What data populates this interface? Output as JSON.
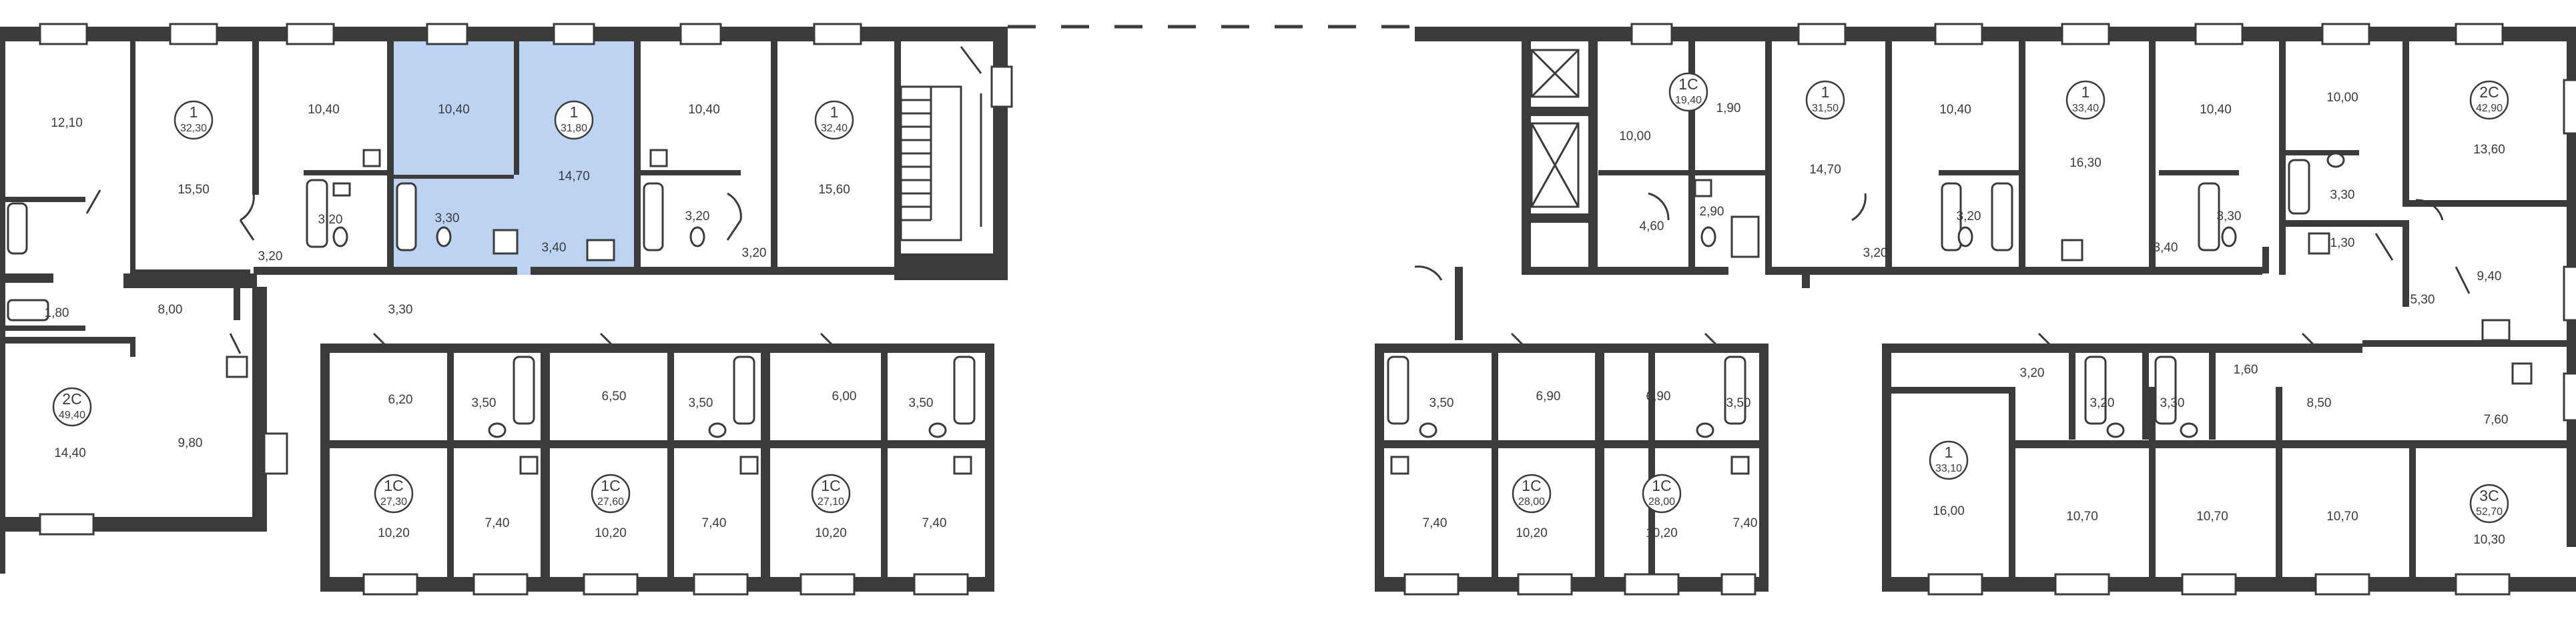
{
  "selected_apartment": {
    "type": "1",
    "total": "31,80"
  },
  "apartments": [
    {
      "id": "apt-left-1",
      "type": "1",
      "total": "32,30"
    },
    {
      "id": "apt-selected",
      "type": "1",
      "total": "31,80"
    },
    {
      "id": "apt-left-3",
      "type": "1",
      "total": "32,40"
    },
    {
      "id": "apt-left-2c",
      "type": "2С",
      "total": "49,40"
    },
    {
      "id": "apt-lower-1",
      "type": "1С",
      "total": "27,30"
    },
    {
      "id": "apt-lower-2",
      "type": "1С",
      "total": "27,60"
    },
    {
      "id": "apt-lower-3",
      "type": "1С",
      "total": "27,10"
    },
    {
      "id": "apt-right-1c",
      "type": "1С",
      "total": "19,40"
    },
    {
      "id": "apt-right-1a",
      "type": "1",
      "total": "31,50"
    },
    {
      "id": "apt-right-1b",
      "type": "1",
      "total": "33,40"
    },
    {
      "id": "apt-right-2c",
      "type": "2С",
      "total": "42,90"
    },
    {
      "id": "apt-rlower-1",
      "type": "1С",
      "total": "28,00"
    },
    {
      "id": "apt-rlower-2",
      "type": "1С",
      "total": "28,00"
    },
    {
      "id": "apt-right-1-lower",
      "type": "1",
      "total": "33,10"
    },
    {
      "id": "apt-right-3c",
      "type": "3С",
      "total": "52,70"
    }
  ],
  "rooms": [
    "12,10",
    "15,50",
    "10,40",
    "3,20",
    "3,20",
    "3,30",
    "10,40",
    "14,70",
    "3,30",
    "3,40",
    "10,40",
    "3,20",
    "15,60",
    "3,20",
    "1,80",
    "8,00",
    "14,40",
    "9,80",
    "6,20",
    "3,50",
    "10,20",
    "7,40",
    "6,50",
    "3,50",
    "10,20",
    "7,40",
    "6,00",
    "3,50",
    "10,20",
    "7,40",
    "1,90",
    "10,00",
    "4,60",
    "2,90",
    "14,70",
    "3,20",
    "10,40",
    "3,20",
    "16,30",
    "3,40",
    "10,40",
    "3,30",
    "10,00",
    "3,30",
    "1,30",
    "13,60",
    "5,30",
    "9,40",
    "3,50",
    "6,90",
    "7,40",
    "10,20",
    "6,90",
    "3,50",
    "10,20",
    "7,40",
    "3,20",
    "3,20",
    "3,30",
    "1,60",
    "8,50",
    "7,60",
    "16,00",
    "10,70",
    "10,70",
    "10,70",
    "10,30"
  ]
}
